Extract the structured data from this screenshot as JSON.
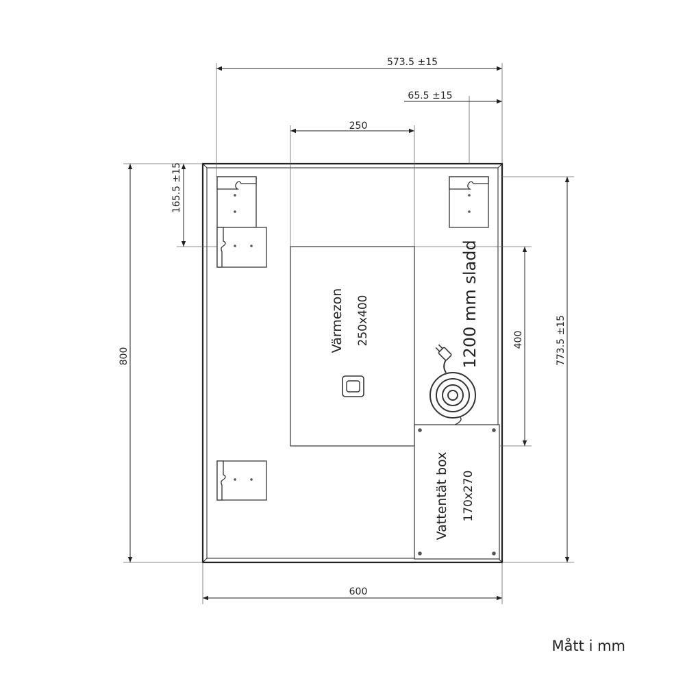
{
  "dimensions": {
    "top_total": "573.5 ±15",
    "top_offset": "65.5 ±15",
    "heat_width": "250",
    "bracket_offset": "165.5 ±15",
    "height": "800",
    "heat_height": "400",
    "right_total": "773.5 ±15",
    "bottom_width": "600"
  },
  "heating_zone": {
    "label": "Värmezon",
    "size": "250x400"
  },
  "cord": {
    "label": "1200 mm sladd"
  },
  "waterproof_box": {
    "label": "Vattentät box",
    "size": "170x270"
  },
  "units_note": "Mått i mm"
}
